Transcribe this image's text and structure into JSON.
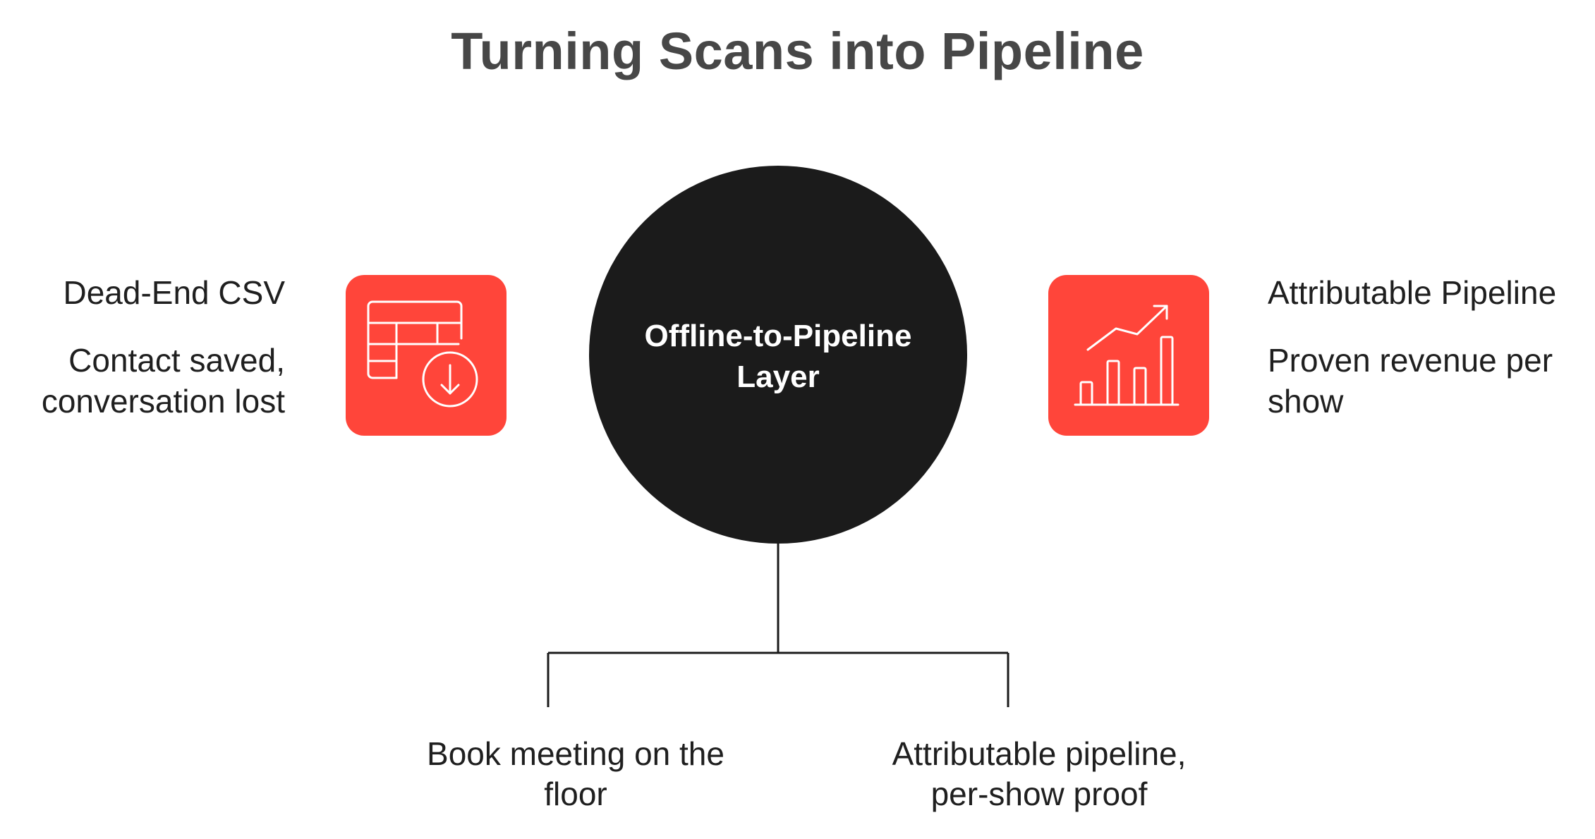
{
  "title": "Turning Scans into Pipeline",
  "center": {
    "label_line1": "Offline-to-Pipeline",
    "label_line2": "Layer"
  },
  "left": {
    "heading": "Dead-End CSV",
    "description_line1": "Contact saved,",
    "description_line2": "conversation lost",
    "icon": "spreadsheet-download-icon"
  },
  "right": {
    "heading": "Attributable Pipeline",
    "description_line1": "Proven revenue per",
    "description_line2": "show",
    "icon": "growth-chart-icon"
  },
  "branches": [
    {
      "line1": "Book meeting on the",
      "line2": "floor"
    },
    {
      "line1": "Attributable pipeline,",
      "line2": "per-show proof"
    }
  ],
  "colors": {
    "accent": "#ff453a",
    "circle": "#1b1b1b",
    "title": "#474747",
    "text": "#1f1f1f"
  }
}
